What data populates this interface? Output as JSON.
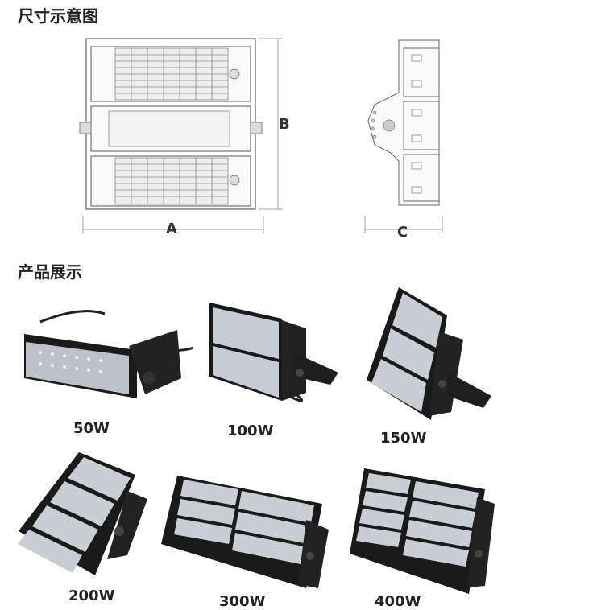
{
  "sections": {
    "dimensions_title": "尺寸示意图",
    "products_title": "产品展示"
  },
  "dimensions": {
    "a": "A",
    "b": "B",
    "c": "C"
  },
  "products": [
    {
      "label": "50W"
    },
    {
      "label": "100W"
    },
    {
      "label": "150W"
    },
    {
      "label": "200W"
    },
    {
      "label": "300W"
    },
    {
      "label": "400W"
    }
  ]
}
